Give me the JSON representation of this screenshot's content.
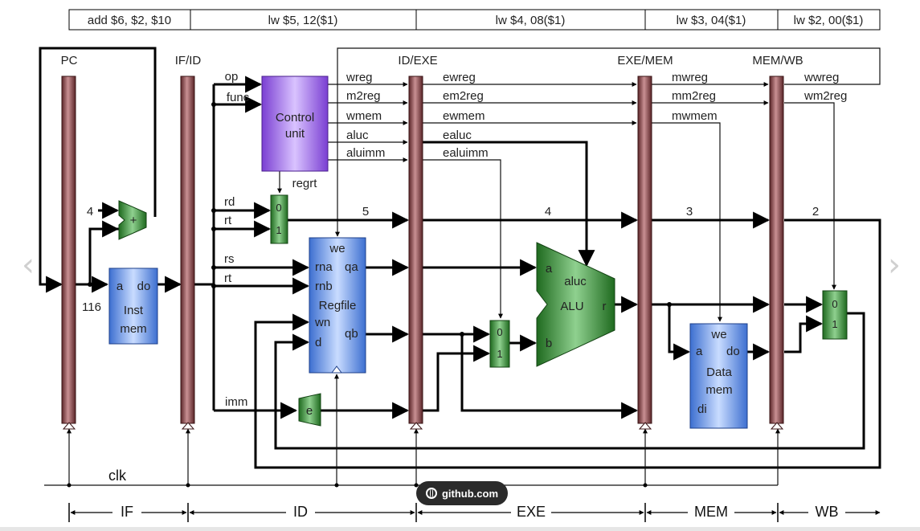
{
  "instruction_bar": [
    "add $6, $2, $10",
    "lw $5, 12($1)",
    "lw $4, 08($1)",
    "lw $3, 04($1)",
    "lw $2, 00($1)"
  ],
  "pipeline_regs": {
    "pc": "PC",
    "ifid": "IF/ID",
    "idexe": "ID/EXE",
    "exemem": "EXE/MEM",
    "memwb": "MEM/WB"
  },
  "control": {
    "title1": "Control",
    "title2": "unit",
    "op": "op",
    "func": "func",
    "regrt": "regrt"
  },
  "control_signals": {
    "id": [
      "wreg",
      "m2reg",
      "wmem",
      "aluc",
      "aluimm"
    ],
    "exe": [
      "ewreg",
      "em2reg",
      "ewmem",
      "ealuc",
      "ealuimm"
    ],
    "mem": [
      "mwreg",
      "mm2reg",
      "mwmem"
    ],
    "wb": [
      "wwreg",
      "wm2reg"
    ]
  },
  "adder": {
    "four": "4",
    "plus": "+"
  },
  "inst_mem": {
    "a": "a",
    "do": "do",
    "line1": "Inst",
    "line2": "mem",
    "pc_value": "116"
  },
  "fields": {
    "rd": "rd",
    "rt": "rt",
    "rs": "rs",
    "rt2": "rt",
    "imm": "imm"
  },
  "mux": {
    "zero": "0",
    "one": "1"
  },
  "regfile": {
    "we": "we",
    "rna": "rna",
    "qa": "qa",
    "rnb": "rnb",
    "name": "Regfile",
    "wn": "wn",
    "qb": "qb",
    "d": "d"
  },
  "ext": "e",
  "alu": {
    "a": "a",
    "b": "b",
    "aluc": "aluc",
    "name": "ALU",
    "r": "r"
  },
  "dest_regs": {
    "id": "5",
    "exe": "4",
    "mem": "3",
    "wb": "2"
  },
  "data_mem": {
    "we": "we",
    "a": "a",
    "do": "do",
    "line1": "Data",
    "line2": "mem",
    "di": "di"
  },
  "clock": "clk",
  "stages": [
    "IF",
    "ID",
    "EXE",
    "MEM",
    "WB"
  ],
  "badge": "github.com",
  "colors": {
    "pipe_reg": "#8a4a4d",
    "control": "#8f55d8",
    "blue_unit": "#5b8fe0",
    "green_unit": "#2f7d2f"
  }
}
